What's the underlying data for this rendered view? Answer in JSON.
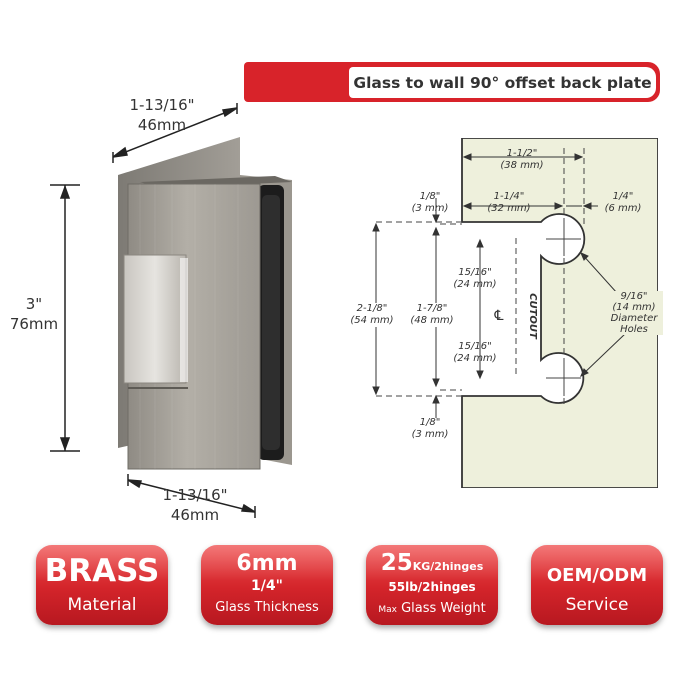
{
  "title": "Glass to wall 90° offset back plate",
  "product_dims": {
    "top_width": {
      "imperial": "1-13/16\"",
      "metric": "46mm"
    },
    "height": {
      "imperial": "3\"",
      "metric": "76mm"
    },
    "bottom_width": {
      "imperial": "1-13/16\"",
      "metric": "46mm"
    }
  },
  "drawing": {
    "overall_width": {
      "imperial": "1-1/2\"",
      "metric": "(38 mm)"
    },
    "inner_width": {
      "imperial": "1-1/4\"",
      "metric": "(32 mm)"
    },
    "edge_offset": {
      "imperial": "1/4\"",
      "metric": "(6 mm)"
    },
    "top_gap": {
      "imperial": "1/8\"",
      "metric": "(3 mm)"
    },
    "bottom_gap": {
      "imperial": "1/8\"",
      "metric": "(3 mm)"
    },
    "cutout_height": {
      "imperial": "2-1/8\"",
      "metric": "(54 mm)"
    },
    "hole_spacing": {
      "imperial": "1-7/8\"",
      "metric": "(48 mm)"
    },
    "upper_half": {
      "imperial": "15/16\"",
      "metric": "(24 mm)"
    },
    "lower_half": {
      "imperial": "15/16\"",
      "metric": "(24 mm)"
    },
    "hole_diameter": {
      "imperial": "9/16\"",
      "metric": "(14 mm)",
      "label1": "Diameter",
      "label2": "Holes"
    },
    "cutout_label": "CUTOUT",
    "centerline": "℄"
  },
  "badges": [
    {
      "big": "BRASS",
      "small": "Material"
    },
    {
      "big": "6mm",
      "sub": "1/4\"",
      "small": "Glass Thickness"
    },
    {
      "big": "25",
      "unit": "KG/2hinges",
      "sub": "55lb/2hinges",
      "small_prefix": "Max",
      "small": "Glass Weight"
    },
    {
      "big": "OEM/ODM",
      "small": "Service"
    }
  ],
  "colors": {
    "accent": "#d8232a",
    "drawing_bg": "#eef0dc",
    "metal": "#aaa69e"
  }
}
